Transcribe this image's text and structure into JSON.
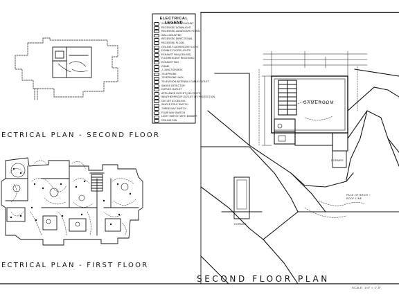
{
  "titles": {
    "second_floor_electrical": "ECTRICAL PLAN - SECOND FLOOR",
    "first_floor_electrical": "ECTRICAL PLAN - FIRST FLOOR",
    "second_floor_plan": "SECOND FLOOR PLAN",
    "scale": "SCALE: 1/4\" = 1'-0\""
  },
  "legend": {
    "title": "ELECTRICAL LEGEND",
    "items": [
      "SURFACE/CEILING MOUNT",
      "RECESSED DOWNLIGHT",
      "RECESSED LANDSCAPE FLOOD",
      "WALL MOUNTED",
      "RECESSED DIRECTIONAL",
      "RECESSED FLOOD",
      "CEILING FLUORESCENT LIGHT",
      "DOUBLE FLOOD LIGHTS",
      "EXHAUST FAN (CEILING)",
      "FLUORESCENT RECESSED",
      "EXHAUST FAN",
      "CHIME",
      "J. JUNCTION BOX",
      "TELEPHONE",
      "TELEPHONE JACK",
      "TELEVISION ANTENNA / CABLE OUTLET",
      "SMOKE DETECTOR",
      "DUPLEX OUTLET",
      "APPLIANCE OUTLET (240 VOLTS)",
      "WEATHERPROOF OUTLET GFI PROTECTION",
      "OUTLET AT CEILING",
      "SINGLE POLE SWITCH",
      "THREE WAY SWITCH",
      "FOUR WAY SWITCH",
      "LIGHT SWITCH WITH DIMMER",
      "CEILING FAN"
    ]
  },
  "rooms": {
    "gameroom": "GAMEROOM",
    "dormer_right": "DORMER",
    "dormer_left": "DORMER",
    "roof_note": "FACE OF BRICK / ROOF LINE"
  }
}
